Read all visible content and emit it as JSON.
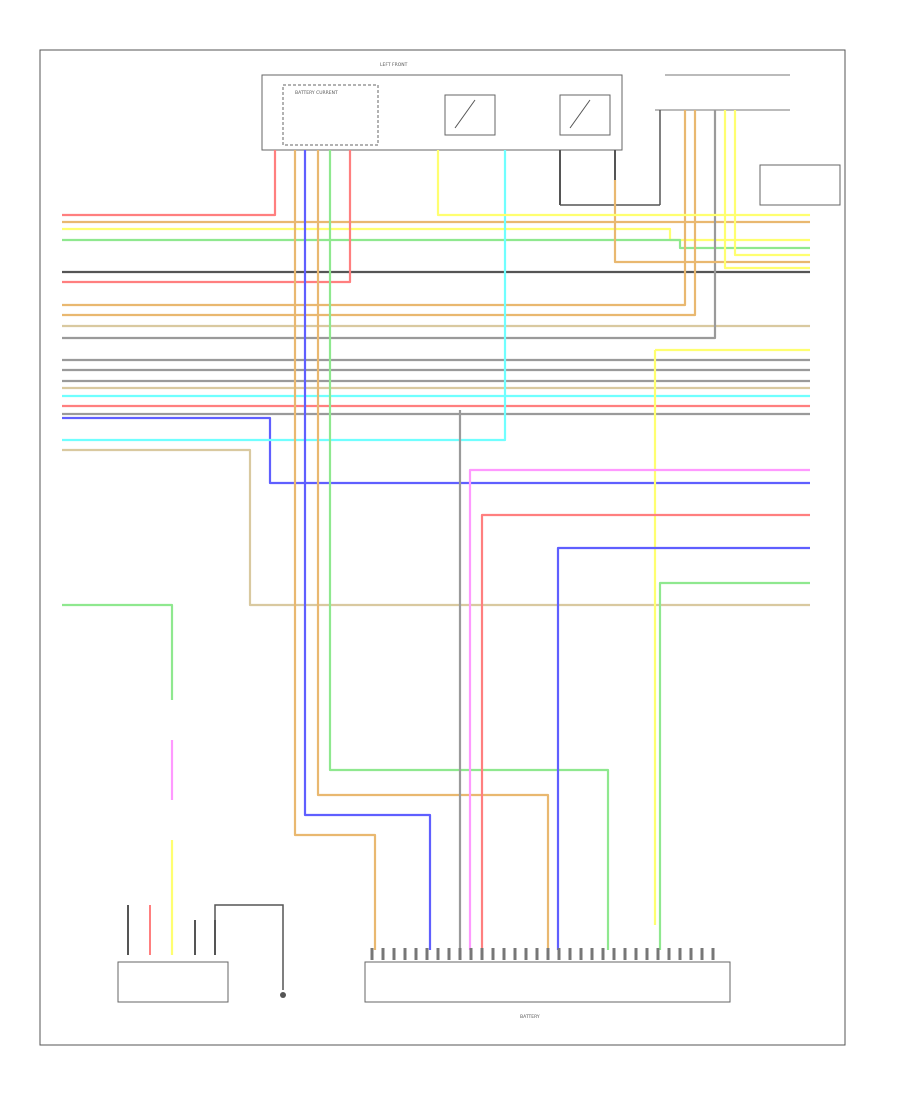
{
  "colors": {
    "red": "#ff7f7f",
    "orange": "#e9b870",
    "yellow": "#ffff70",
    "green": "#8fe88f",
    "gray": "#9a9a9a",
    "tan": "#d9c9a0",
    "cyan": "#70ffff",
    "blue": "#5f5fff",
    "pink": "#ff99ff",
    "black": "#555555"
  },
  "page": {
    "number": ""
  },
  "components": {
    "junction_block": "LEFT FRONT",
    "battery_module": "BATTERY CURRENT",
    "relay_1": "",
    "relay_2": "",
    "controller": "BATTERY",
    "sensor_left": "",
    "sensor_mid": "",
    "battery_box_title": "",
    "note_right": ""
  }
}
